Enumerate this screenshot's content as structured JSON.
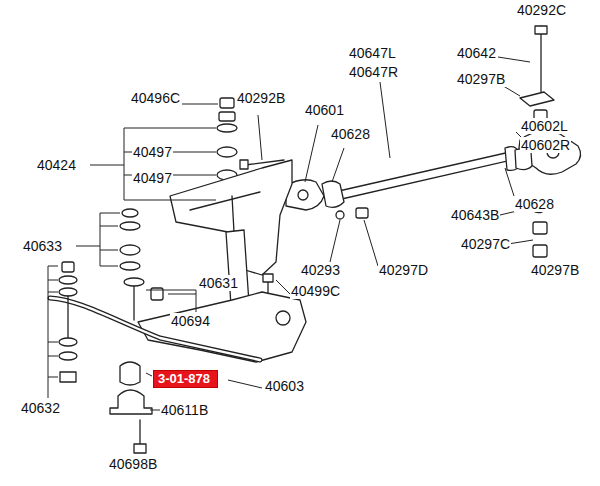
{
  "diagram": {
    "nodes": [
      {
        "text": [
          "3-01-878"
        ]
      }
    ],
    "labels": [
      "40292C",
      "40642",
      "40297B",
      "40602L",
      "40602R",
      "40628",
      "40643B",
      "40297C",
      "40297B",
      "40647L",
      "40647R",
      "40601",
      "40628",
      "40293",
      "40297D",
      "40496C",
      "40292B",
      "40424",
      "40497",
      "40497",
      "40633",
      "40631",
      "40499C",
      "40694",
      "40632",
      "40603",
      "40611B",
      "40698B"
    ]
  }
}
